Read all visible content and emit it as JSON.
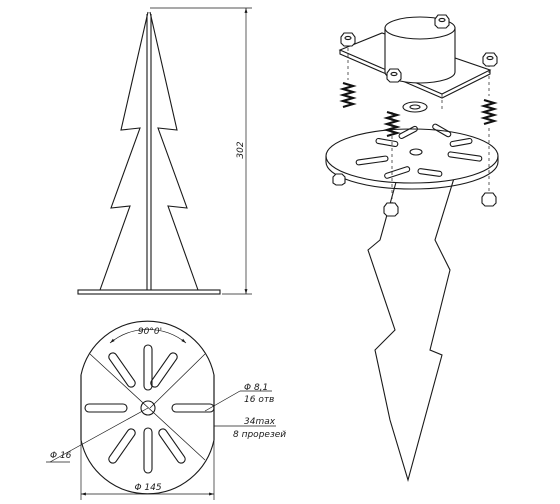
{
  "side_view": {
    "height_label": "302"
  },
  "top_view": {
    "angle_label": "90°0'",
    "hole_dia_label": "Φ 8,1",
    "hole_count_label": "16 отв",
    "slot_len_label": "34max",
    "slot_count_label": "8 прорезей",
    "center_dia_label": "Φ 16",
    "outer_dia_label": "Φ 145"
  },
  "icons": {
    "dimension_arrow": "arrow-icon",
    "nut": "hex-nut-icon",
    "spring": "spring-icon"
  },
  "colors": {
    "line": "#1a1a1a",
    "background": "#ffffff"
  }
}
